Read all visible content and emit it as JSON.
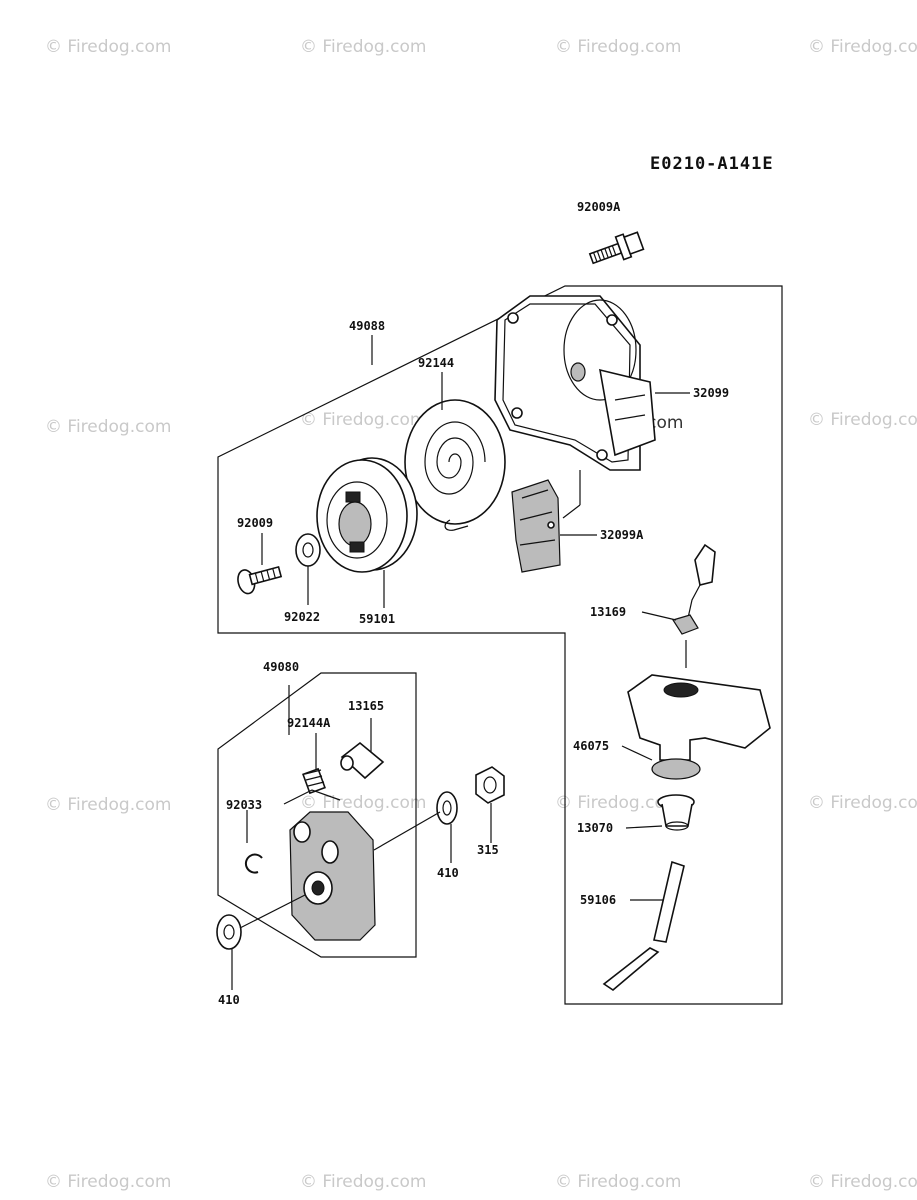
{
  "diagram_code": "E0210-A141E",
  "watermark": "© Firedog.com",
  "part_labels": {
    "p92009A": "92009A",
    "p49088": "49088",
    "p92144": "92144",
    "p32099": "32099",
    "p32099A": "32099A",
    "p92009": "92009",
    "p92022": "92022",
    "p59101": "59101",
    "p13169": "13169",
    "p49080": "49080",
    "p13165": "13165",
    "p92144A": "92144A",
    "p46075": "46075",
    "p92033": "92033",
    "p13070": "13070",
    "p410a": "410",
    "p315": "315",
    "p59106": "59106",
    "p410b": "410"
  }
}
